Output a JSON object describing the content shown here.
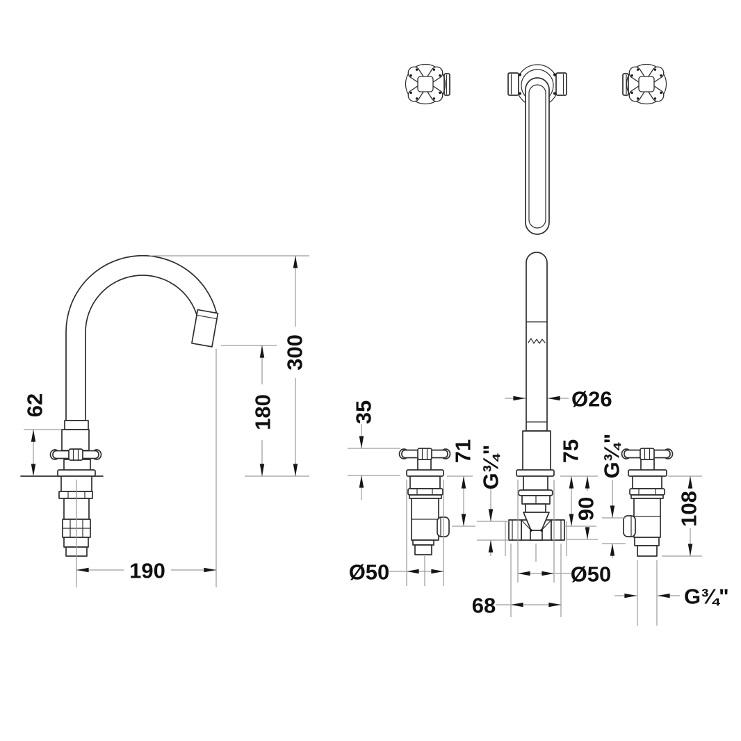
{
  "drawing": {
    "type": "basin-tap-3-hole-technical-drawing",
    "palette": {
      "background": "#ffffff",
      "part_line": "#2e2e2e",
      "dimension_line": "#9c9c9c",
      "text": "#101010"
    },
    "dims": {
      "side": {
        "h300": "300",
        "h180": "180",
        "h62": "62",
        "w190": "190"
      },
      "front": {
        "dia26": "Ø26",
        "h35": "35",
        "h71": "71",
        "g34_left": "G¾\"",
        "h75": "75",
        "h90": "90",
        "g34_right": "G¾\"",
        "h108": "108",
        "dia50_left": "Ø50",
        "dia50_center": "Ø50",
        "w68": "68",
        "g34_bottom": "G¾\""
      }
    }
  }
}
